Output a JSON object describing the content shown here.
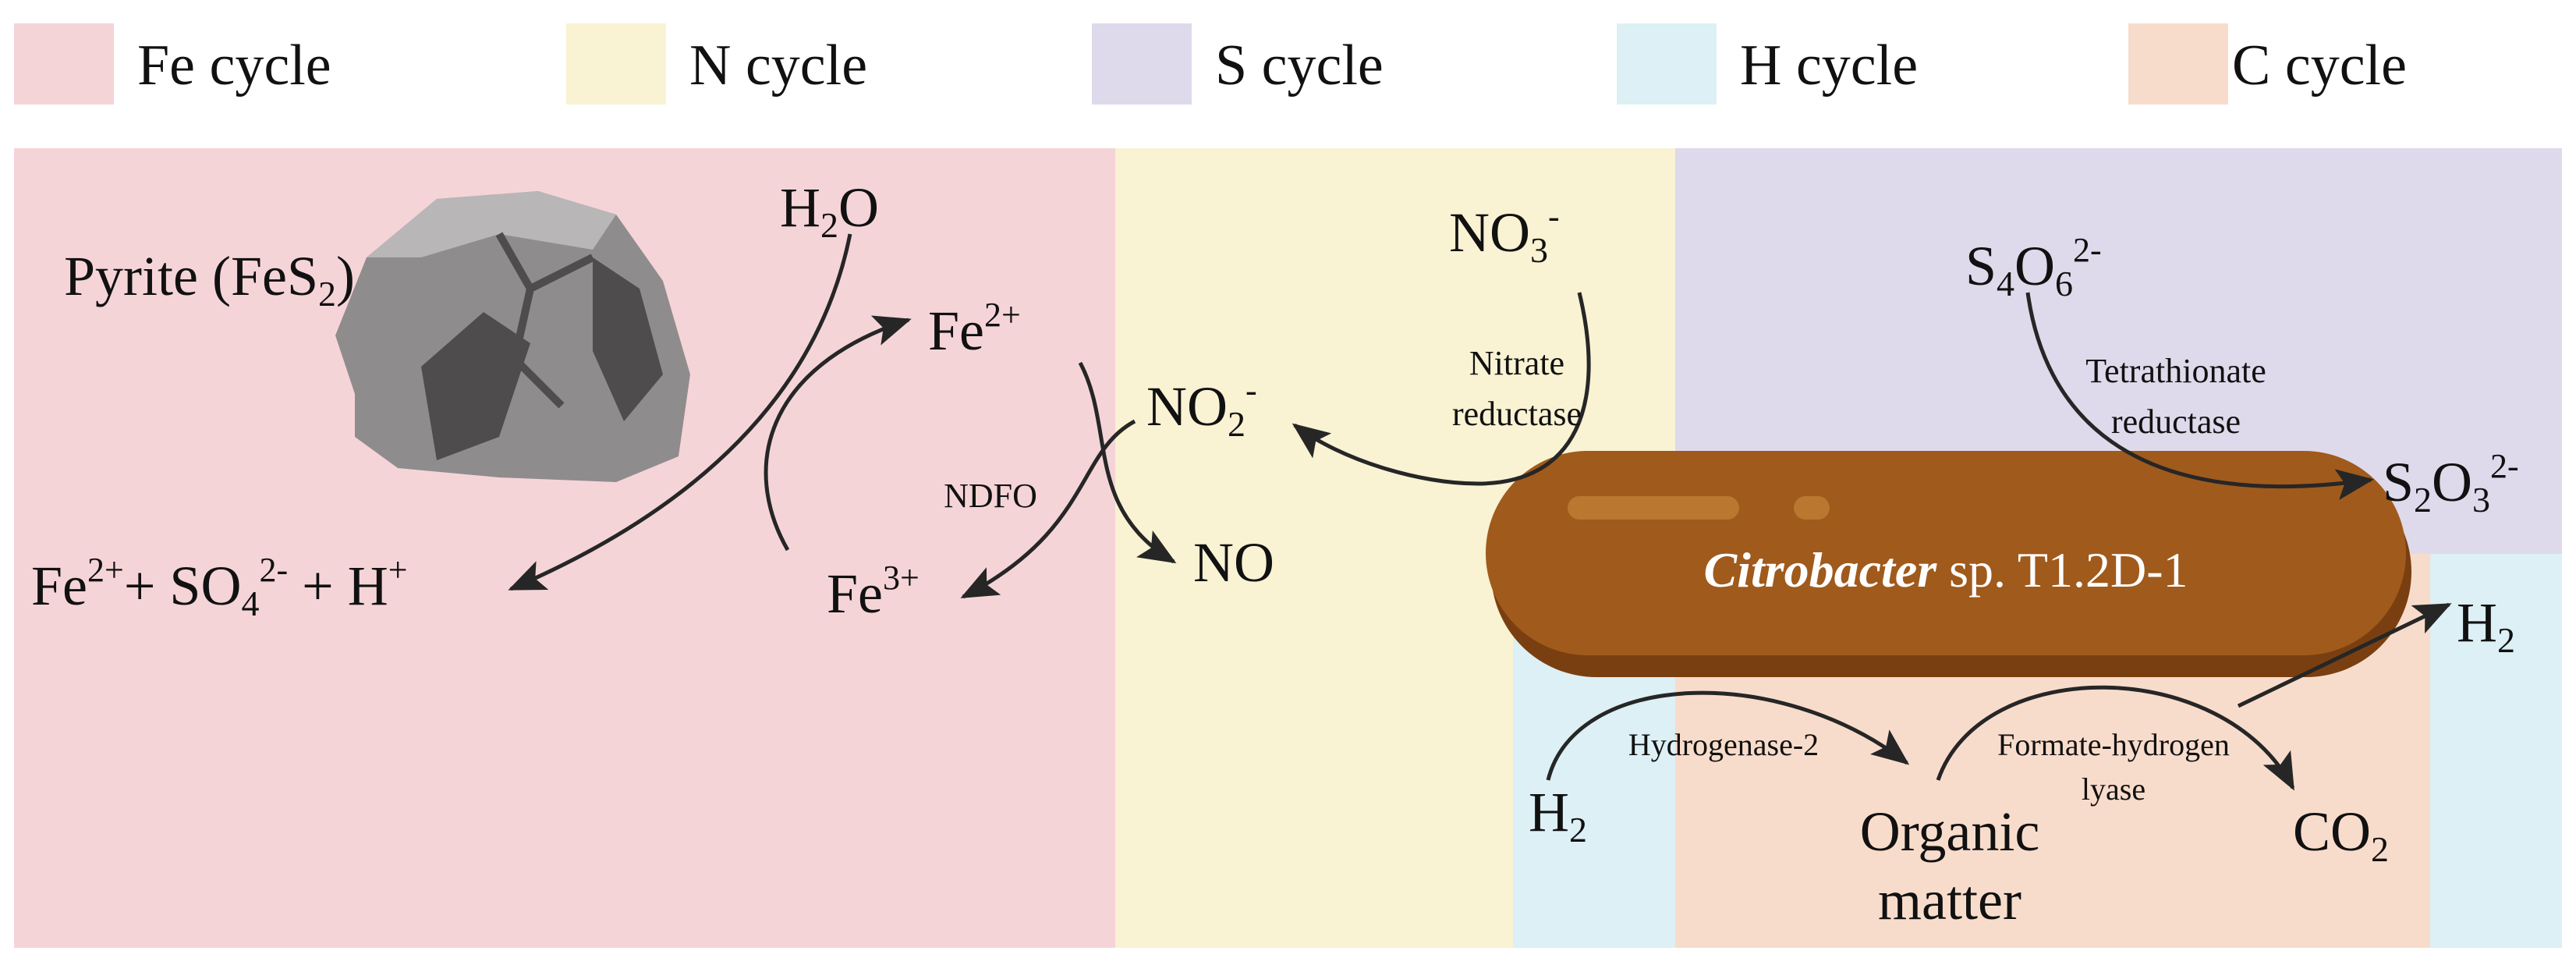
{
  "legend": [
    {
      "label": "Fe cycle",
      "color": "#f5d4d8"
    },
    {
      "label": "N cycle",
      "color": "#f9f2d3"
    },
    {
      "label": "S cycle",
      "color": "#dedaeb"
    },
    {
      "label": "H cycle",
      "color": "#dcf0f5"
    },
    {
      "label": "C cycle",
      "color": "#f8dccb"
    }
  ],
  "organism": {
    "genus": "Citrobacter",
    "rest": " sp. T1.2D-1",
    "fill": "#a05a1c"
  },
  "species": {
    "pyrite": {
      "main": "Pyrite (FeS",
      "sub": "2",
      "close": ")"
    },
    "h2o": {
      "main": "H",
      "sub": "2",
      "rest": "O"
    },
    "fe2_top": {
      "main": "Fe",
      "sup": "2+"
    },
    "fe3": {
      "main": "Fe",
      "sup": "3+"
    },
    "products": {
      "fe": "Fe",
      "fe_sup": "2+",
      "plus1": "+ SO",
      "so4_sub": "4",
      "so4_sup": "2-",
      "plus2": " + H",
      "h_sup": "+"
    },
    "no3": {
      "main": "NO",
      "sub": "3",
      "sup": "-"
    },
    "no2": {
      "main": "NO",
      "sub": "2",
      "sup": "-"
    },
    "no": {
      "main": "NO"
    },
    "s4o6": {
      "a": "S",
      "a_sub": "4",
      "b": "O",
      "b_sub": "6",
      "sup": "2-"
    },
    "s2o3": {
      "a": "S",
      "a_sub": "2",
      "b": "O",
      "b_sub": "3",
      "sup": "2-"
    },
    "h2_left": {
      "main": "H",
      "sub": "2"
    },
    "h2_right": {
      "main": "H",
      "sub": "2"
    },
    "organic": {
      "line1": "Organic",
      "line2": "matter"
    },
    "co2": {
      "main": "CO",
      "sub": "2"
    }
  },
  "enzymes": {
    "nitrate": [
      "Nitrate",
      "reductase"
    ],
    "ndfo": "NDFO",
    "tetrathionate": [
      "Tetrathionate",
      "reductase"
    ],
    "hydrogenase": "Hydrogenase-2",
    "fhl": [
      "Formate-hydrogen",
      "lyase"
    ]
  },
  "colors": {
    "arrow": "#262626",
    "rock": "#8f8c8d",
    "rock_dark": "#4f4c4d",
    "rock_light": "#b9b6b7"
  }
}
